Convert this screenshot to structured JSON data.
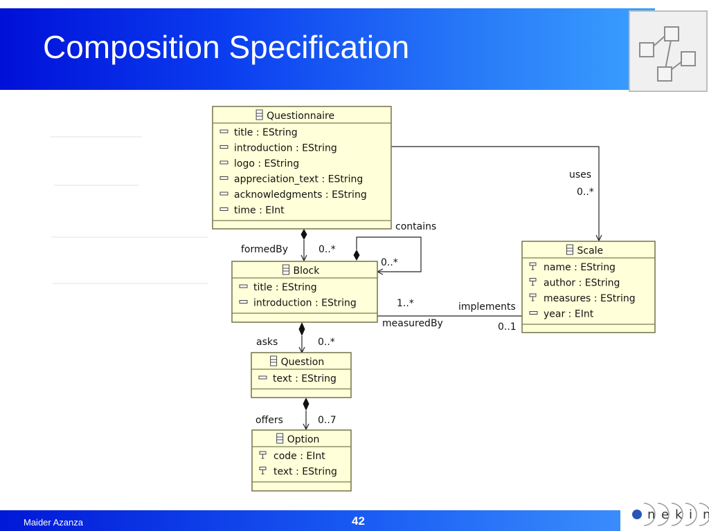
{
  "slide": {
    "title": "Composition Specification",
    "author": "Maider Azanza",
    "page_number": "42",
    "brand_letters": [
      "n",
      "e",
      "k",
      "i",
      "n"
    ]
  },
  "colors": {
    "class_fill": "#ffffd9",
    "class_border": "#7a7a52",
    "header_blue": "#0b3ef0"
  },
  "diagram": {
    "classes": {
      "questionnaire": {
        "name": "Questionnaire",
        "attributes": [
          "title : EString",
          "introduction : EString",
          "logo : EString",
          "appreciation_text : EString",
          "acknowledgments : EString",
          "time : EInt"
        ]
      },
      "block": {
        "name": "Block",
        "attributes": [
          "title : EString",
          "introduction : EString"
        ]
      },
      "scale": {
        "name": "Scale",
        "attributes": [
          "name : EString",
          "author : EString",
          "measures : EString",
          "year : EInt"
        ]
      },
      "question": {
        "name": "Question",
        "attributes": [
          "text : EString"
        ]
      },
      "option": {
        "name": "Option",
        "attributes": [
          "code : EInt",
          "text : EString"
        ]
      }
    },
    "relations": {
      "uses": {
        "label": "uses",
        "multiplicity": "0..*"
      },
      "contains": {
        "label": "contains",
        "multiplicity": "0..*"
      },
      "formedBy": {
        "label": "formedBy",
        "multiplicity": "0..*"
      },
      "implements": {
        "label": "implements",
        "multiplicity": "0..1"
      },
      "measuredBy": {
        "label": "measuredBy",
        "multiplicity": "1..*"
      },
      "asks": {
        "label": "asks",
        "multiplicity": "0..*"
      },
      "offers": {
        "label": "offers",
        "multiplicity": "0..7"
      }
    }
  }
}
